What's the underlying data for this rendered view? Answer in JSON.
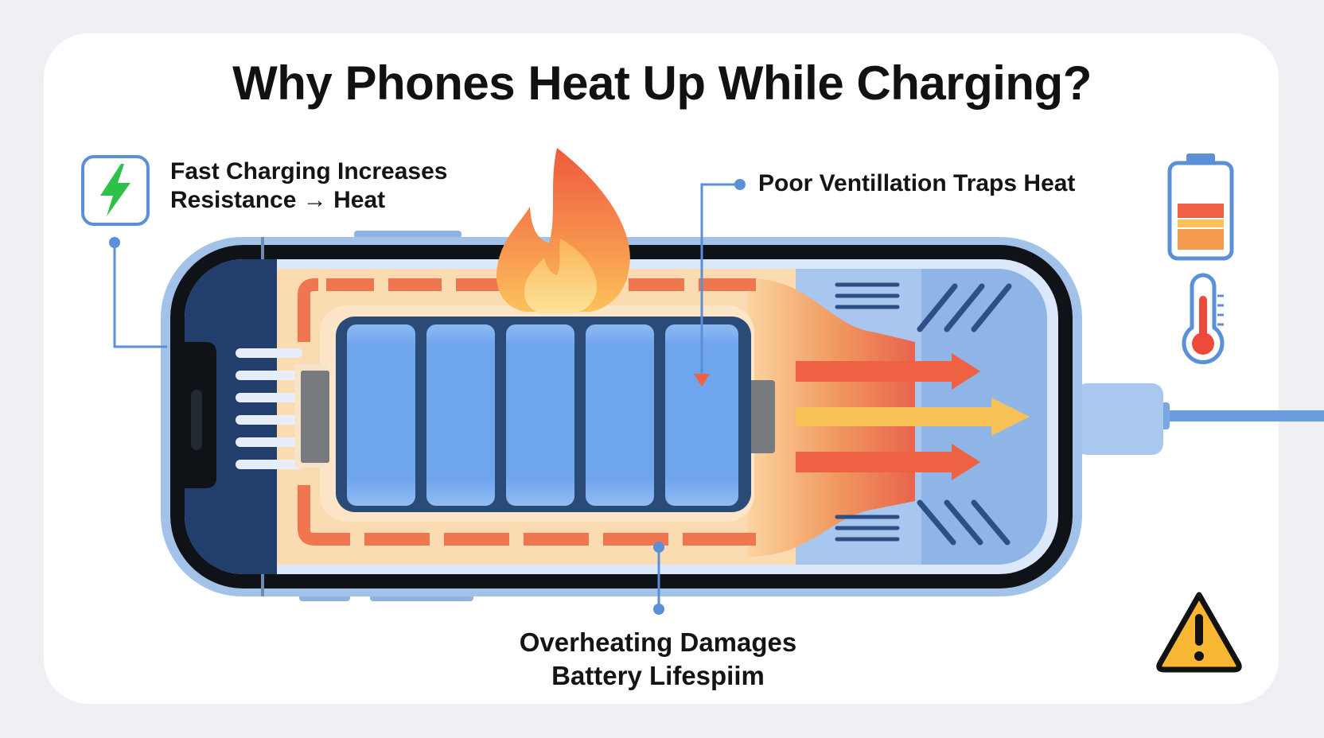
{
  "title": "Why Phones Heat Up While Charging?",
  "callouts": {
    "fast_charging": {
      "line1": "Fast Charging Increases",
      "line2": "Resistance → Heat",
      "icon": "lightning-bolt-icon"
    },
    "ventilation": {
      "text": "Poor Ventillation Traps Heat"
    },
    "overheating": {
      "line1": "Overheating Damages",
      "line2": "Battery Lifespiim"
    }
  },
  "side_icons": [
    "battery-level-icon",
    "thermometer-icon",
    "warning-triangle-icon"
  ],
  "colors": {
    "phone_frame": "#9fbfe6",
    "phone_bezel": "#0f1216",
    "screen_dark": "#213e6d",
    "battery_cell": "#6fa4ee",
    "battery_border": "#2a4a78",
    "heat_glow": "#fbd7a6",
    "heat_red": "#ee6a48",
    "heat_orange": "#f4a450",
    "heat_yellow": "#f8c95c",
    "vent_blue": "#8fb4e6",
    "accent_blue": "#5b8fd6",
    "lightning_green": "#2fc04a",
    "warning_yellow": "#f7b733"
  }
}
